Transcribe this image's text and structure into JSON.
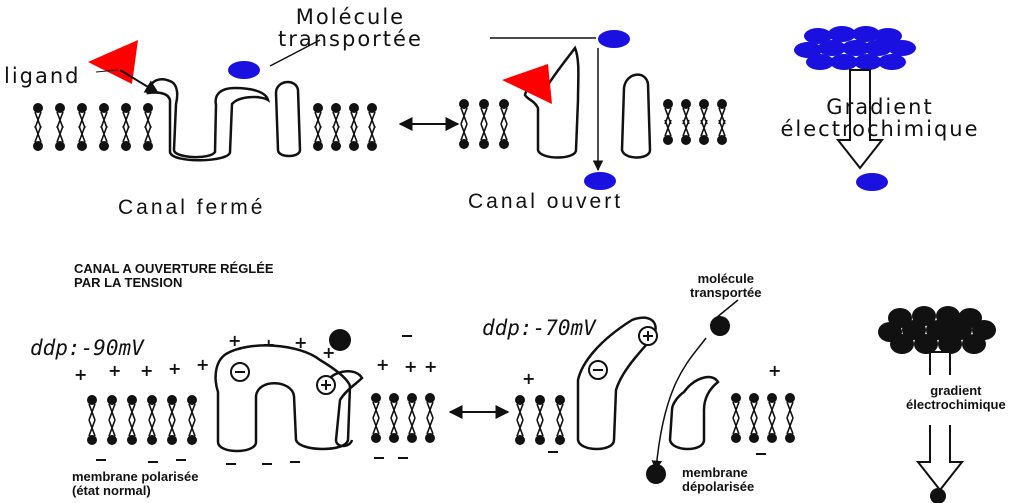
{
  "top": {
    "molecule_label": "Molécule\ntransportée",
    "ligand_label": "ligand",
    "closed_label": "Canal fermé",
    "open_label": "Canal ouvert",
    "gradient_label": "Gradient\nélectrochimique"
  },
  "bottom": {
    "title": "CANAL A OUVERTURE RÉGLÉE\nPAR LA TENSION",
    "ddp_left": "ddp:-90mV",
    "ddp_right": "ddp:-70mV",
    "molecule_label": "molécule\ntransportée",
    "polarized_label": "membrane polarisée\n(état normal)",
    "depolarized_label": "membrane\ndépolarisée",
    "gradient_label": "gradient\nélectrochimique"
  },
  "colors": {
    "ligand": "#ff0000",
    "molecule_top": "#1a10e0",
    "ink": "#111111"
  }
}
